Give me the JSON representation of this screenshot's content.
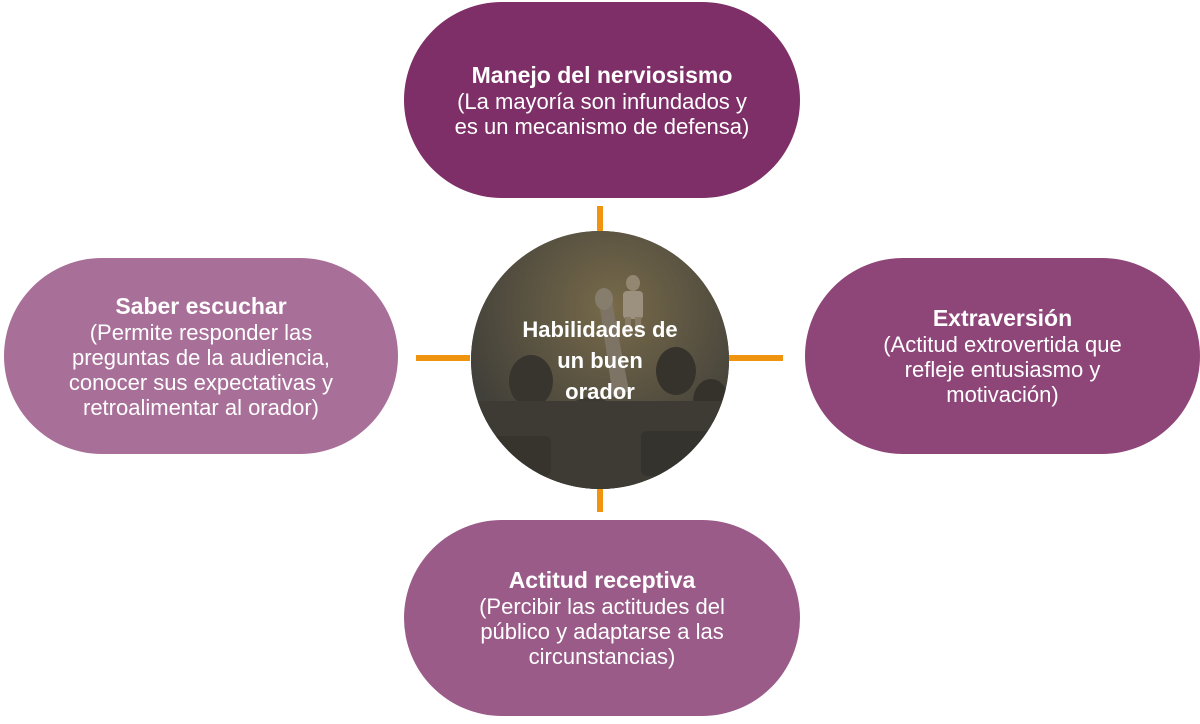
{
  "center": {
    "title": "Habilidades de un buen orador"
  },
  "nodes": {
    "top": {
      "title": "Manejo del nerviosismo",
      "description": "(La mayoría son infundados y es un mecanismo de defensa)"
    },
    "left": {
      "title": "Saber escuchar",
      "description": "(Permite responder las preguntas de la audiencia, conocer sus expectativas y retroalimentar al orador)"
    },
    "right": {
      "title": "Extraversión",
      "description": "(Actitud extrovertida que refleje entusiasmo y motivación)"
    },
    "bottom": {
      "title": "Actitud receptiva",
      "description": "(Percibir las actitudes del público y adaptarse a las circunstancias)"
    }
  },
  "colors": {
    "top": "#7e2f67",
    "left": "#a86f98",
    "right": "#8e4578",
    "bottom": "#9a5b88",
    "connector": "#f0930e",
    "center_overlay": "#5e5c52"
  },
  "icons": {
    "center_photo": "audience-raising-hand-photo"
  }
}
